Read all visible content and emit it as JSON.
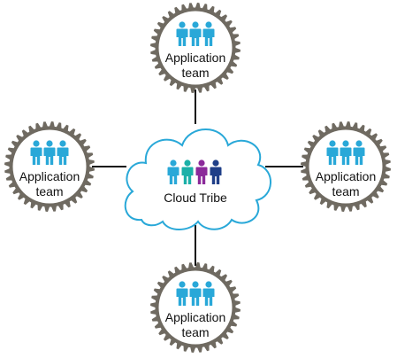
{
  "diagram": {
    "center": {
      "label": "Cloud Tribe",
      "people_colors": [
        "#29a8d8",
        "#1bb0a8",
        "#8b2a9a",
        "#1f3f88"
      ],
      "outline_color": "#29a8d8"
    },
    "teams": [
      {
        "id": "top",
        "line1": "Application",
        "line2": "team"
      },
      {
        "id": "left",
        "line1": "Application",
        "line2": "team"
      },
      {
        "id": "right",
        "line1": "Application",
        "line2": "team"
      },
      {
        "id": "bottom",
        "line1": "Application",
        "line2": "team"
      }
    ],
    "colors": {
      "gear": "#6f6a61",
      "person": "#29a8d8",
      "connector": "#111111"
    }
  }
}
